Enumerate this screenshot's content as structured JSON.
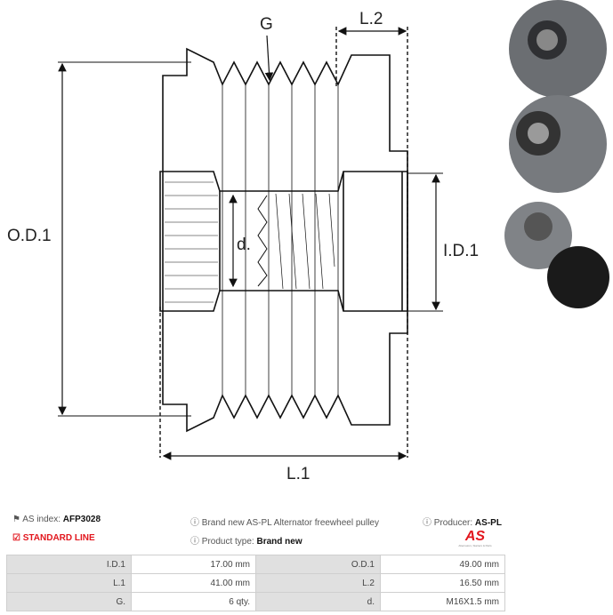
{
  "diagram": {
    "labels": {
      "g": "G",
      "l2": "L.2",
      "od1": "O.D.1",
      "d": "d.",
      "id1": "I.D.1",
      "l1": "L.1"
    }
  },
  "info": {
    "as_index_label": "AS index:",
    "as_index_value": "AFP3028",
    "description": "Brand new AS-PL Alternator freewheel pulley",
    "producer_label": "Producer:",
    "producer_value": "AS-PL",
    "line": "STANDARD LINE",
    "product_type_label": "Product type:",
    "product_type_value": "Brand new",
    "logo_text": "AS",
    "logo_tagline": "Alternators, Starters & Parts"
  },
  "colors": {
    "accent": "#e2161d"
  },
  "specs": [
    [
      "I.D.1",
      "17.00 mm",
      "O.D.1",
      "49.00 mm"
    ],
    [
      "L.1",
      "41.00 mm",
      "L.2",
      "16.50 mm"
    ],
    [
      "G.",
      "6 qty.",
      "d.",
      "M16X1.5 mm"
    ]
  ]
}
